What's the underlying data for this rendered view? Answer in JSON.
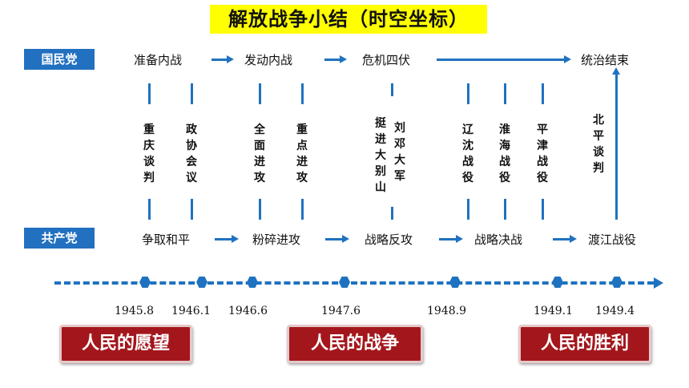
{
  "title": "解放战争小结（时空坐标）",
  "parties": {
    "kmt": "国民党",
    "cpc": "共产党"
  },
  "kmt_stages": [
    "准备内战",
    "发动内战",
    "危机四伏",
    "统治结束"
  ],
  "cpc_stages": [
    "争取和平",
    "粉碎进攻",
    "战略反攻",
    "战略决战",
    "渡江战役"
  ],
  "events": [
    "重庆谈判",
    "政协会议",
    "全面进攻",
    "重点进攻",
    "挺进大别山",
    "刘邓大军",
    "辽沈战役",
    "淮海战役",
    "平津战役",
    "北平谈判"
  ],
  "years": [
    "1945.8",
    "1946.1",
    "1946.6",
    "1947.6",
    "1948.9",
    "1949.1",
    "1949.4"
  ],
  "banners": [
    "人民的愿望",
    "人民的战争",
    "人民的胜利"
  ],
  "colors": {
    "accent": "#1f72c0",
    "party_box": "#2270c0",
    "title_bg": "#ffff00",
    "banner": "#a3171c"
  }
}
